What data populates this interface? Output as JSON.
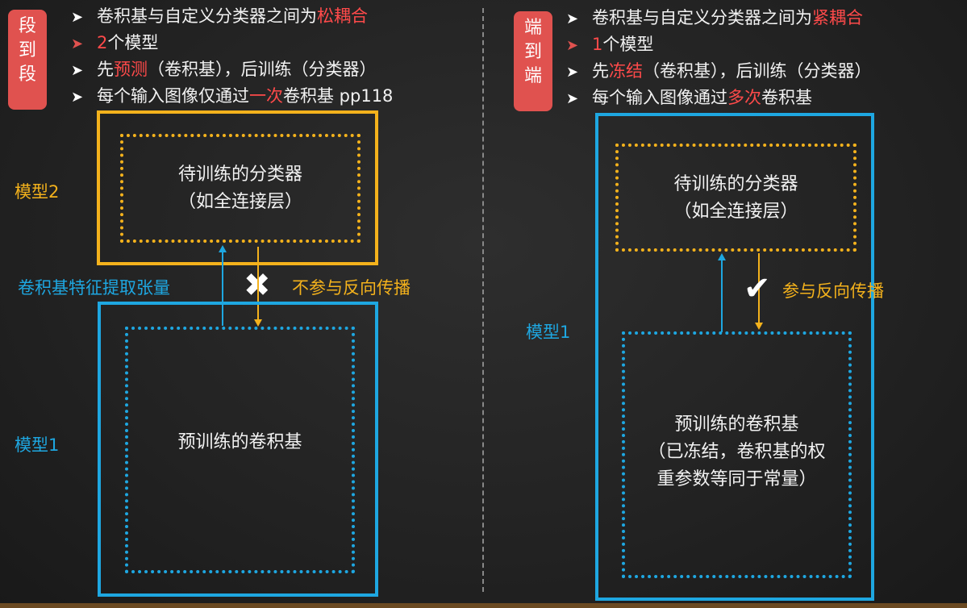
{
  "left": {
    "tag": [
      "段",
      "到",
      "段"
    ],
    "bullets": [
      {
        "parts": [
          {
            "t": "卷积基与自定义分类器之间为",
            "hl": false
          },
          {
            "t": "松耦合",
            "hl": true
          }
        ],
        "arrow_red": false
      },
      {
        "parts": [
          {
            "t": "2",
            "hl": true
          },
          {
            "t": "个模型",
            "hl": false
          }
        ],
        "arrow_red": true
      },
      {
        "parts": [
          {
            "t": "先",
            "hl": false
          },
          {
            "t": "预测",
            "hl": true
          },
          {
            "t": "（卷积基），后训练（分类器）",
            "hl": false
          }
        ],
        "arrow_red": false
      },
      {
        "parts": [
          {
            "t": "每个输入图像仅通过",
            "hl": false
          },
          {
            "t": "一次",
            "hl": true
          },
          {
            "t": "卷积基 pp118",
            "hl": false
          }
        ],
        "arrow_red": false
      }
    ],
    "model2_label": "模型2",
    "classifier_line1": "待训练的分类器",
    "classifier_line2": "（如全连接层）",
    "feature_label": "卷积基特征提取张量",
    "no_backprop_label": "不参与反向传播",
    "x_mark": "✖",
    "model1_label": "模型1",
    "convbase_text": "预训练的卷积基"
  },
  "right": {
    "tag": [
      "端",
      "到",
      "端"
    ],
    "bullets": [
      {
        "parts": [
          {
            "t": "卷积基与自定义分类器之间为",
            "hl": false
          },
          {
            "t": "紧耦合",
            "hl": true
          }
        ],
        "arrow_red": false
      },
      {
        "parts": [
          {
            "t": "1",
            "hl": true
          },
          {
            "t": "个模型",
            "hl": false
          }
        ],
        "arrow_red": true
      },
      {
        "parts": [
          {
            "t": "先",
            "hl": false
          },
          {
            "t": "冻结",
            "hl": true
          },
          {
            "t": "（卷积基），后训练（分类器）",
            "hl": false
          }
        ],
        "arrow_red": false
      },
      {
        "parts": [
          {
            "t": "每个输入图像通过",
            "hl": false
          },
          {
            "t": "多次",
            "hl": true
          },
          {
            "t": "卷积基",
            "hl": false
          }
        ],
        "arrow_red": false
      }
    ],
    "classifier_line1": "待训练的分类器",
    "classifier_line2": "（如全连接层）",
    "backprop_label": "参与反向传播",
    "check_mark": "✔",
    "model1_label": "模型1",
    "convbase_line1": "预训练的卷积基",
    "convbase_line2": "（已冻结，卷积基的权",
    "convbase_line3": "重参数等同于常量）"
  },
  "colors": {
    "highlight": "#ff4a4a",
    "tag_bg": "#e0524f",
    "yellow": "#f4b21c",
    "blue": "#1ea7e1"
  },
  "arrow_glyph": "➤"
}
